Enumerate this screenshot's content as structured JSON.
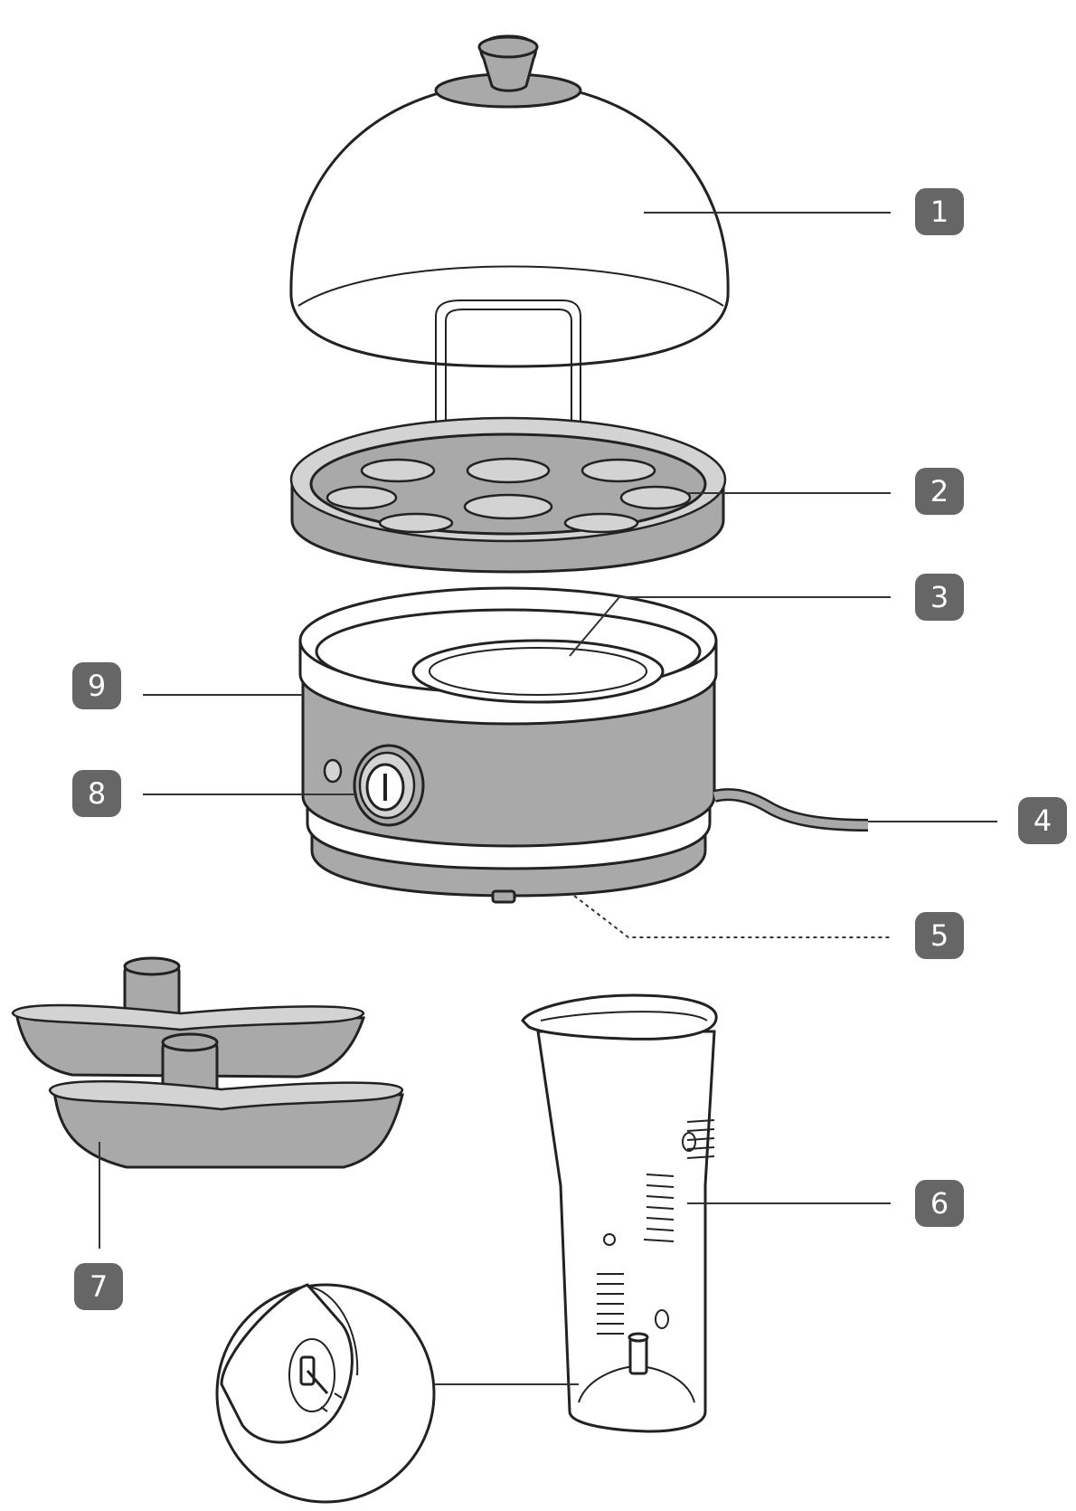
{
  "callouts": [
    {
      "id": "1",
      "label": "1"
    },
    {
      "id": "2",
      "label": "2"
    },
    {
      "id": "3",
      "label": "3"
    },
    {
      "id": "4",
      "label": "4"
    },
    {
      "id": "5",
      "label": "5"
    },
    {
      "id": "6",
      "label": "6"
    },
    {
      "id": "7",
      "label": "7"
    },
    {
      "id": "8",
      "label": "8"
    },
    {
      "id": "9",
      "label": "9"
    }
  ],
  "colors": {
    "badge": "#666666",
    "badge_text": "#ffffff",
    "body_grey": "#a9a9a9",
    "outline": "#222222"
  },
  "icons": {
    "power_button": "power-symbol-icon",
    "indicator": "indicator-light-icon"
  }
}
